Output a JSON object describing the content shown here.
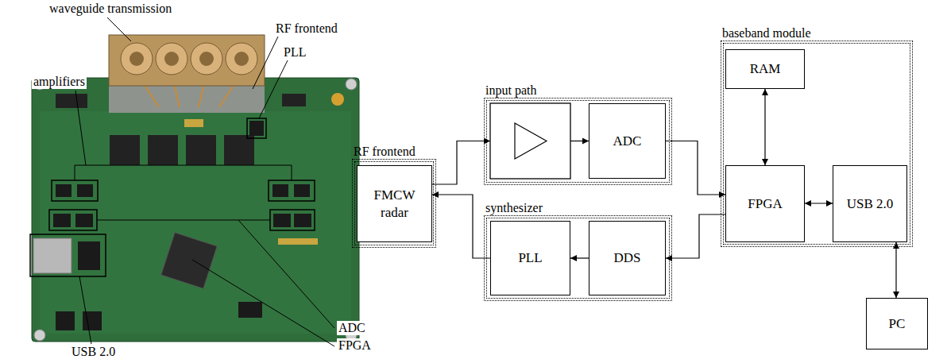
{
  "diagram": {
    "nodes": [
      {
        "text": [
          "RF frontend"
        ]
      },
      {
        "text": [
          "FMCW radar"
        ],
        "in": 0
      },
      {
        "text": [
          "input path"
        ]
      },
      {
        "text": [
          "ADC"
        ],
        "in": 2
      },
      {
        "text": [
          "synthesizer"
        ]
      },
      {
        "text": [
          "PLL"
        ],
        "in": 4
      },
      {
        "text": [
          "DDS"
        ],
        "in": 4
      },
      {
        "text": [
          "baseband module"
        ]
      },
      {
        "text": [
          "RAM"
        ],
        "in": 7
      },
      {
        "text": [
          "FPGA"
        ],
        "in": 7
      },
      {
        "text": [
          "USB 2.0"
        ],
        "in": 7
      },
      {
        "text": [
          "PC"
        ]
      }
    ],
    "edges": [
      {
        "from": 3,
        "to": 9,
        "arrow": "to"
      },
      {
        "from": 9,
        "to": 6,
        "arrow": "to"
      },
      {
        "from": 6,
        "to": 5,
        "arrow": "to"
      },
      {
        "from": 5,
        "to": 1,
        "arrow": "to"
      },
      {
        "from": 8,
        "to": 9,
        "arrow": "both"
      },
      {
        "from": 9,
        "to": 10,
        "arrow": "both"
      },
      {
        "from": 10,
        "to": 11,
        "arrow": "both"
      }
    ],
    "labels": [
      "waveguide transmission",
      "RF frontend",
      "PLL",
      "amplifiers",
      "ADC",
      "FPGA",
      "USB 2.0"
    ]
  }
}
